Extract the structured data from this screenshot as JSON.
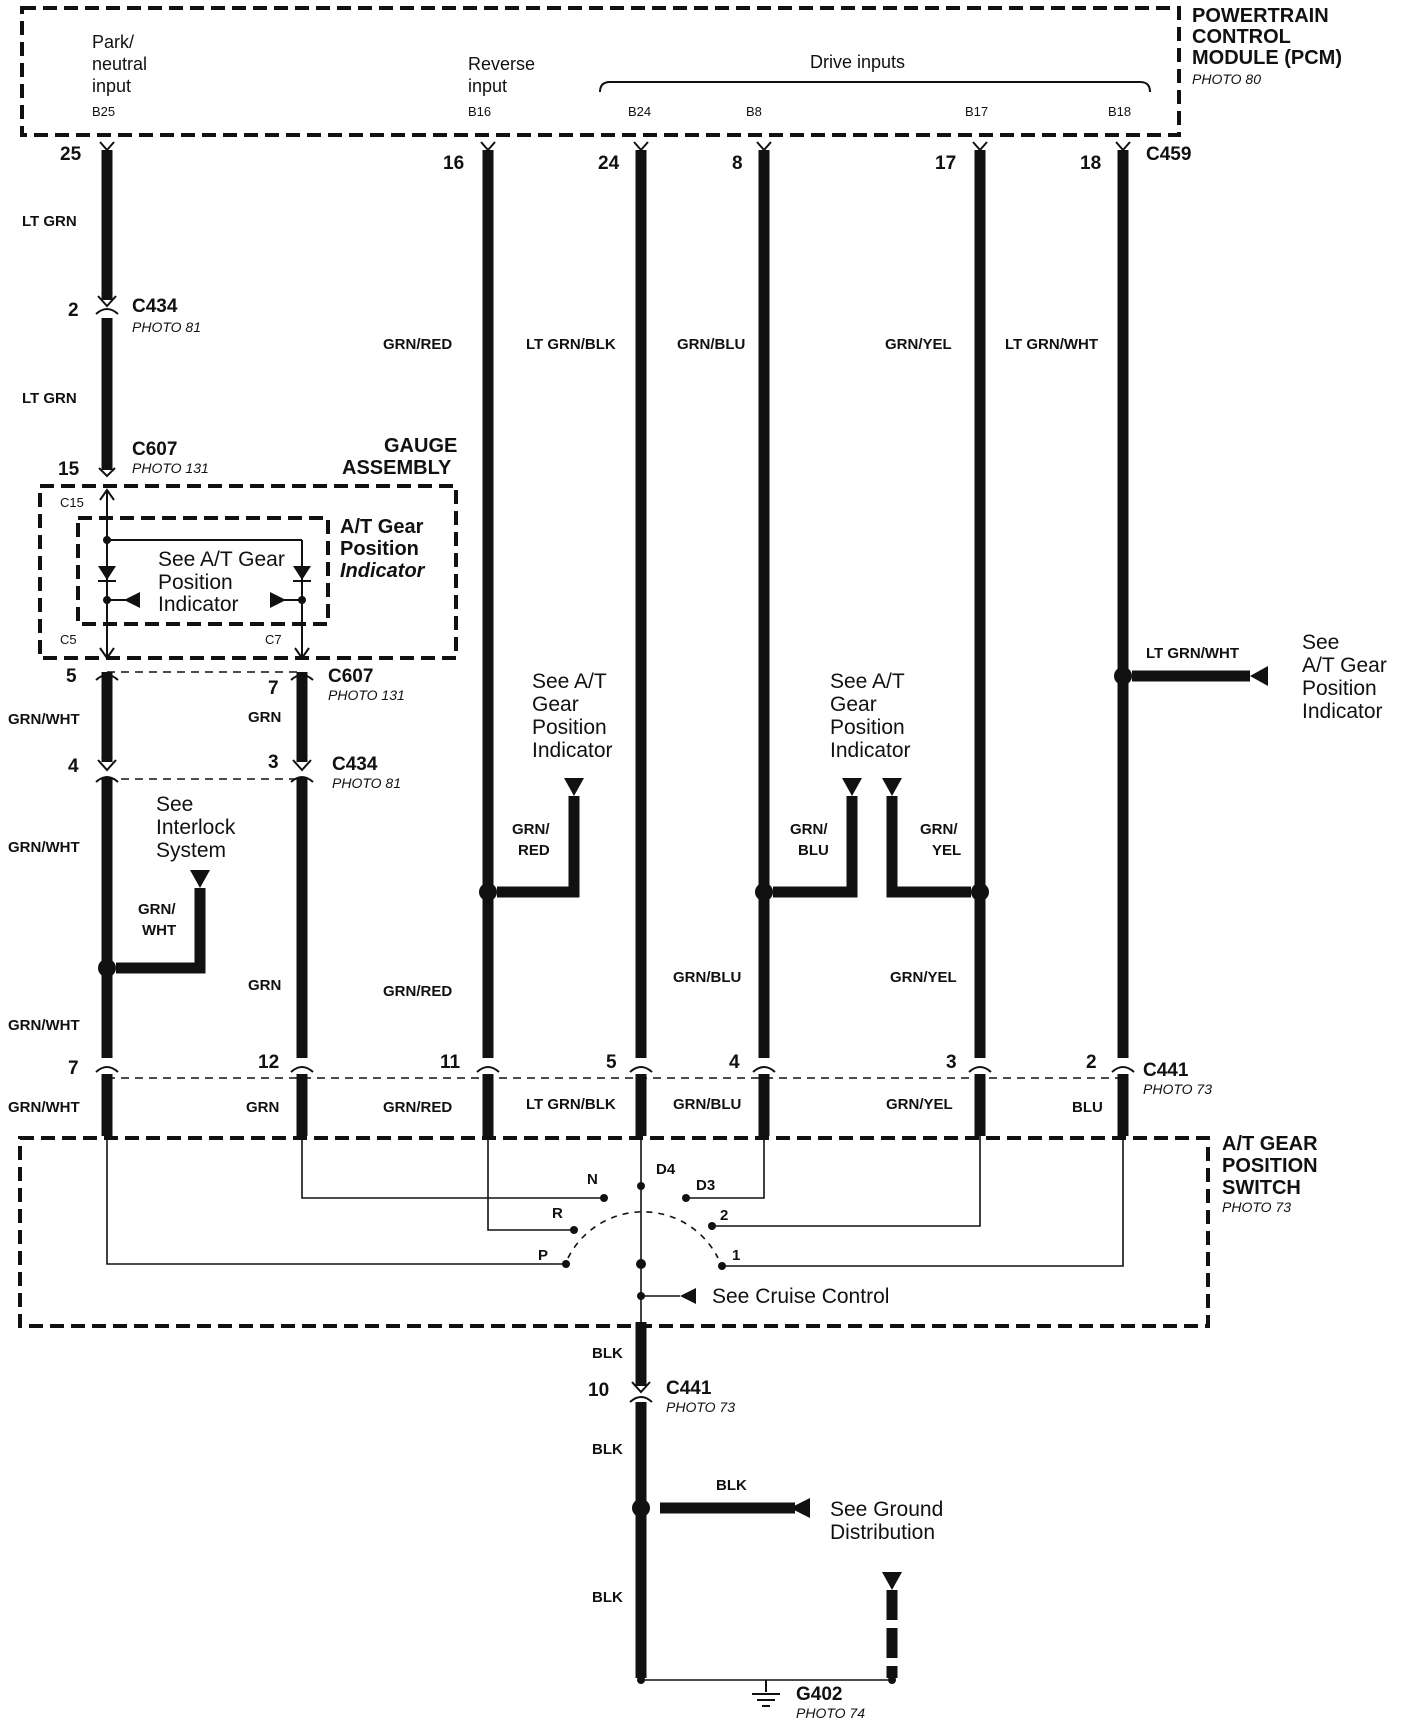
{
  "pcm": {
    "title_lines": [
      "POWERTRAIN",
      "CONTROL",
      "MODULE (PCM)"
    ],
    "photo": "PHOTO 80",
    "park_neutral_label": [
      "Park/",
      "neutral",
      "input"
    ],
    "reverse_label": [
      "Reverse",
      "input"
    ],
    "drive_label": "Drive inputs",
    "pin_labels": [
      "B25",
      "B16",
      "B24",
      "B8",
      "B17",
      "B18"
    ]
  },
  "connectors": {
    "c459": {
      "name": "C459",
      "pins": [
        "25",
        "16",
        "24",
        "8",
        "17",
        "18"
      ]
    },
    "c434_top": {
      "name": "C434",
      "photo": "PHOTO 81",
      "pin": "2"
    },
    "c607_top": {
      "name": "C607",
      "photo": "PHOTO 131",
      "pin": "15"
    },
    "c607_bot": {
      "name": "C607",
      "photo": "PHOTO 131",
      "pins": [
        "5",
        "7"
      ]
    },
    "c434_bot": {
      "name": "C434",
      "photo": "PHOTO 81",
      "pins": [
        "4",
        "3"
      ]
    },
    "c441": {
      "name": "C441",
      "photo": "PHOTO 73",
      "pins": [
        "7",
        "12",
        "11",
        "5",
        "4",
        "3",
        "2"
      ]
    },
    "c441_bot": {
      "name": "C441",
      "photo": "PHOTO 73",
      "pin": "10"
    },
    "g402": {
      "name": "G402",
      "photo": "PHOTO 74"
    }
  },
  "gauge": {
    "title_lines": [
      "GAUGE",
      "ASSEMBLY"
    ],
    "indicator_title": [
      "A/T Gear",
      "Position",
      "Indicator"
    ],
    "see_text": [
      "See A/T Gear",
      "Position",
      "Indicator"
    ],
    "pin_labels": [
      "C15",
      "C5",
      "C7"
    ]
  },
  "wire_colors": {
    "lt_grn_1": "LT GRN",
    "lt_grn_2": "LT GRN",
    "grn_red_top": "GRN/RED",
    "lt_grn_blk_top": "LT GRN/BLK",
    "grn_blu_top": "GRN/BLU",
    "grn_yel_top": "GRN/YEL",
    "lt_grn_wht_top": "LT GRN/WHT",
    "grn_wht_1": "GRN/WHT",
    "grn_1": "GRN",
    "grn_wht_2": "GRN/WHT",
    "grn_wht_branch": [
      "GRN/",
      "WHT"
    ],
    "grn_wht_3": "GRN/WHT",
    "grn_2": "GRN",
    "grn_red_branch": [
      "GRN/",
      "RED"
    ],
    "grn_blu_branch": [
      "GRN/",
      "BLU"
    ],
    "grn_yel_branch": [
      "GRN/",
      "YEL"
    ],
    "lt_grn_wht_branch": "LT GRN/WHT",
    "grn_red_mid": "GRN/RED",
    "grn_blu_mid": "GRN/BLU",
    "grn_yel_mid": "GRN/YEL",
    "bottom_row": [
      "GRN/WHT",
      "GRN",
      "GRN/RED",
      "LT GRN/BLK",
      "GRN/BLU",
      "GRN/YEL",
      "BLU"
    ],
    "blk_1": "BLK",
    "blk_2": "BLK",
    "blk_branch": "BLK",
    "blk_3": "BLK"
  },
  "references": {
    "at_gear_right": [
      "See",
      "A/T Gear",
      "Position",
      "Indicator"
    ],
    "at_gear_mid1": [
      "See A/T",
      "Gear",
      "Position",
      "Indicator"
    ],
    "at_gear_mid2": [
      "See A/T",
      "Gear",
      "Position",
      "Indicator"
    ],
    "interlock": [
      "See",
      "Interlock",
      "System"
    ],
    "cruise": "See Cruise Control",
    "ground": [
      "See Ground",
      "Distribution"
    ]
  },
  "switch": {
    "title_lines": [
      "A/T GEAR",
      "POSITION",
      "SWITCH"
    ],
    "photo": "PHOTO 73",
    "positions": [
      "P",
      "R",
      "N",
      "D4",
      "D3",
      "2",
      "1"
    ]
  }
}
